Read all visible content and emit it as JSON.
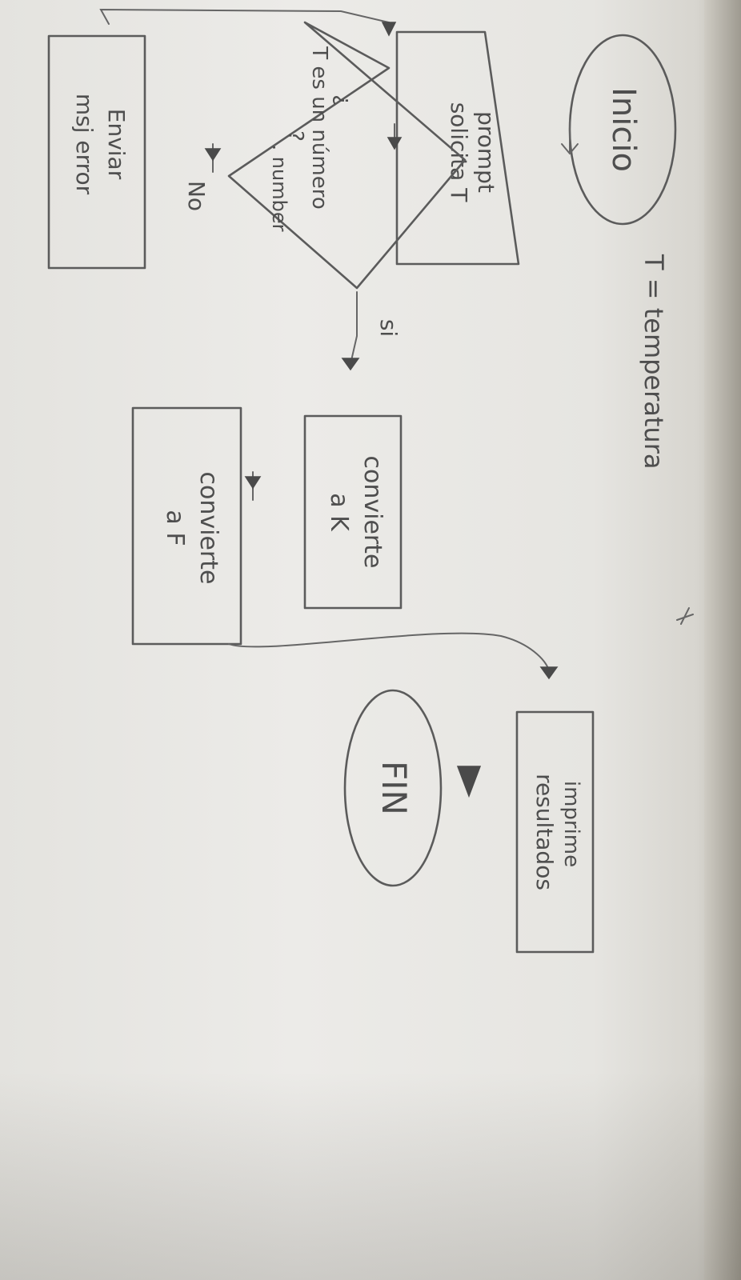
{
  "title_note": "T = temperatura",
  "nodes": {
    "start": "Inicio",
    "prompt_line1": "prompt",
    "prompt_line2": "solicita T",
    "decision_line1": "¿",
    "decision_line2": "T es un número",
    "decision_line3": "?",
    "decision_line4": ". number",
    "error_line1": "Enviar",
    "error_line2": "msj error",
    "convert_k_line1": "convierte",
    "convert_k_line2": "a K",
    "convert_f_line1": "convierte",
    "convert_f_line2": "a F",
    "print_line1": "imprime",
    "print_line2": "resultados",
    "end": "FIN"
  },
  "edge_labels": {
    "yes": "si",
    "no": "No"
  },
  "colors": {
    "ink": "#5b5b5b",
    "paper": "#e8e7e3"
  }
}
